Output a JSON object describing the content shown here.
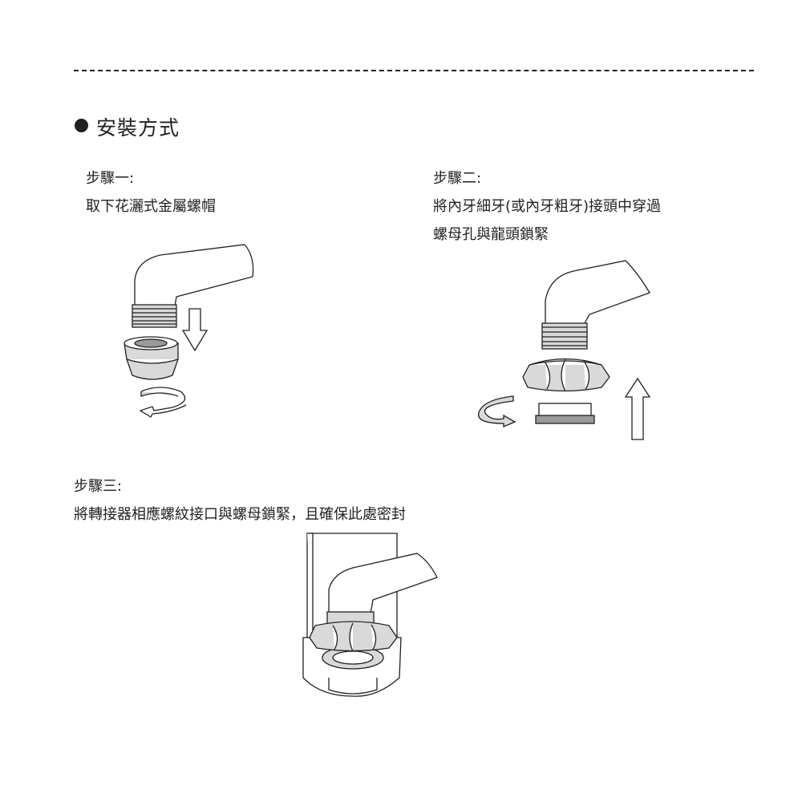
{
  "section": {
    "title": "安裝方式"
  },
  "steps": [
    {
      "label": "步驟一:",
      "lines": [
        "取下花灑式金屬螺帽"
      ]
    },
    {
      "label": "步驟二:",
      "lines": [
        "將內牙細牙(或內牙粗牙)接頭中穿過",
        "螺母孔與龍頭鎖緊"
      ]
    },
    {
      "label": "步驟三:",
      "lines": [
        "將轉接器相應螺紋接口與螺母鎖緊，且確保此處密封"
      ]
    }
  ]
}
